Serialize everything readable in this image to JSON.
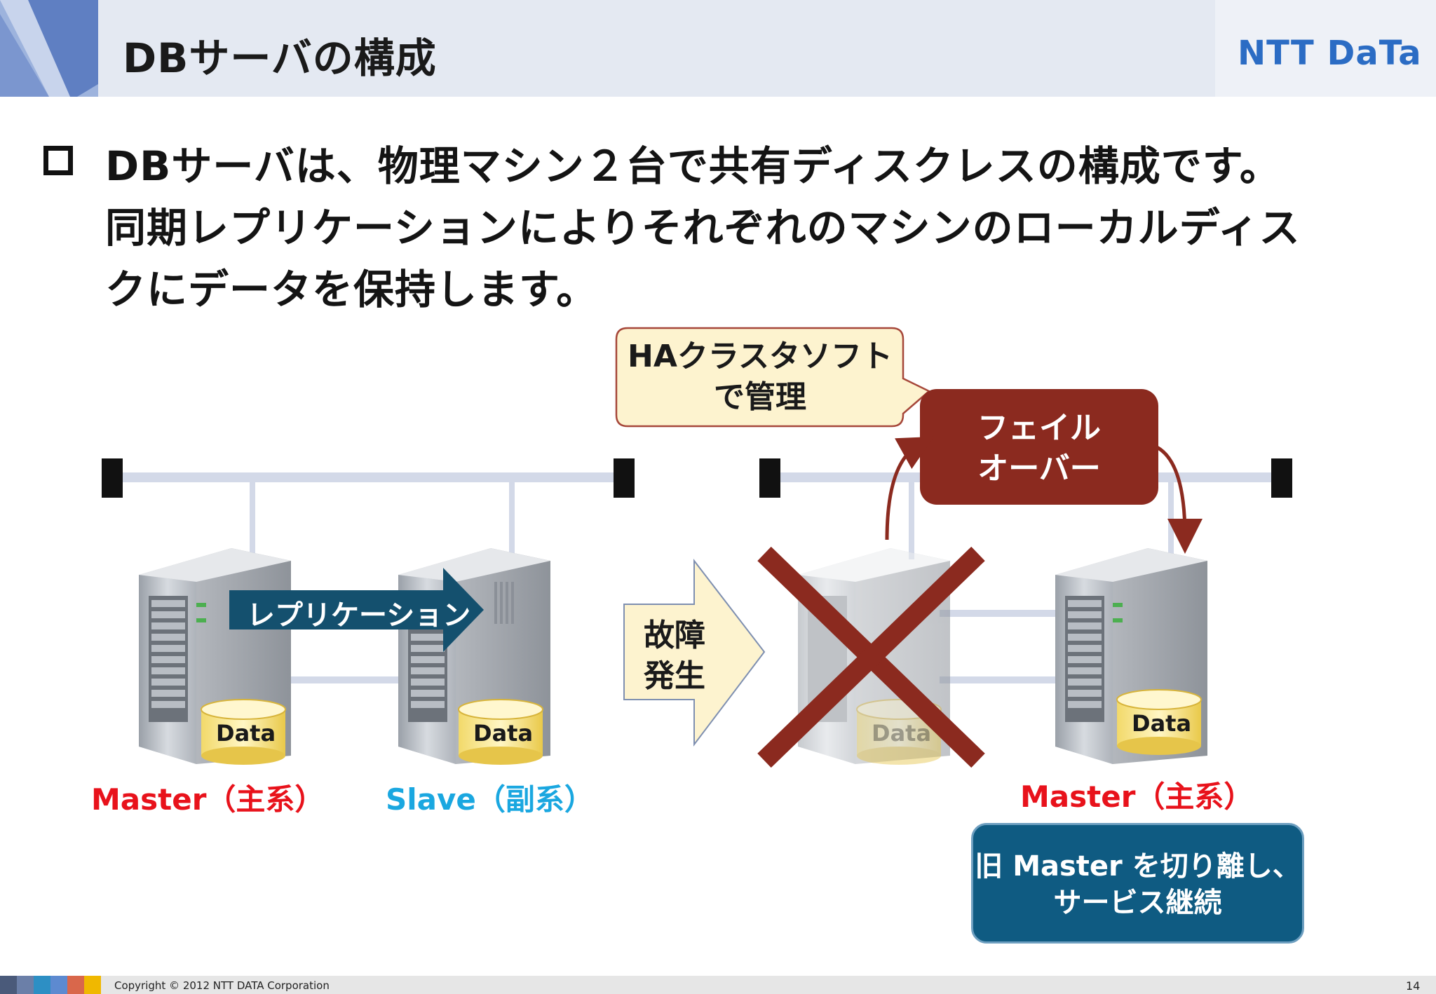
{
  "header": {
    "title": "DBサーバの構成",
    "logo": "NTT DaTa"
  },
  "body": {
    "line1": "DBサーバは、物理マシン２台で共有ディスクレスの構成です。",
    "line2": "同期レプリケーションによりそれぞれのマシンのローカルディス",
    "line3": "クにデータを保持します。"
  },
  "diagram": {
    "callout_line1": "HAクラスタソフト",
    "callout_line2": "で管理",
    "failover_line1": "フェイル",
    "failover_line2": "オーバー",
    "replication": "レプリケーション",
    "fault_line1": "故障",
    "fault_line2": "発生",
    "data_label": "Data",
    "master_left": "Master（主系）",
    "slave": "Slave（副系）",
    "master_right": "Master（主系）",
    "continue_line1": "旧 Master を切り離し、",
    "continue_line2": "サービス継続"
  },
  "footer": {
    "copyright": "Copyright © 2012 NTT DATA Corporation",
    "page": "14"
  },
  "colors": {
    "failover_box": "#8b2a1f",
    "continue_box": "#0f5b82",
    "replication_arrow": "#14506e",
    "cross": "#8b2a1f",
    "master_label": "#e8121b",
    "slave_label": "#1aa7e0",
    "callout_fill": "#fdf3cf"
  }
}
